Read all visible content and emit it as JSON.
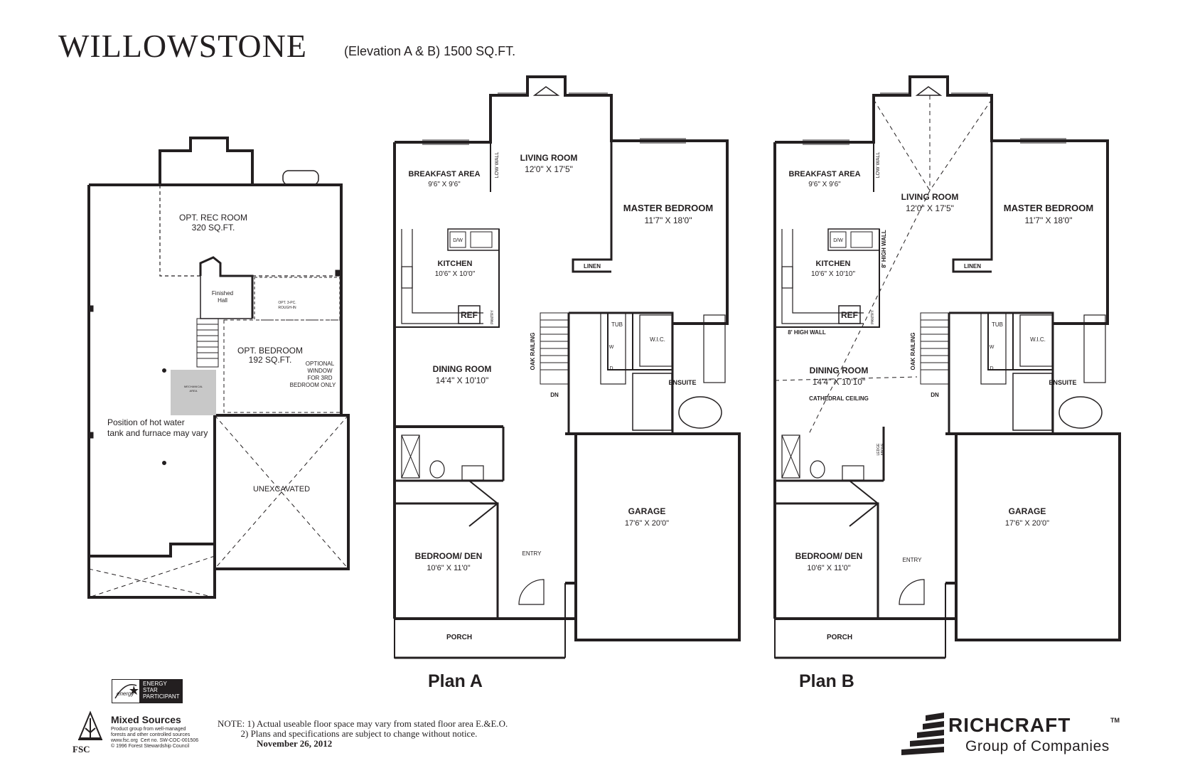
{
  "header": {
    "title": "WILLOWSTONE",
    "subtitle": "(Elevation A & B) 1500 SQ.FT."
  },
  "basement": {
    "rooms": {
      "rec_room": "OPT. REC ROOM",
      "rec_room_size": "320 SQ.FT.",
      "finished_hall_1": "Finished",
      "finished_hall_2": "Hall",
      "bath_rough_1": "OPT. 3-PC.",
      "bath_rough_2": "ROUGH-IN",
      "bedroom": "OPT. BEDROOM",
      "bedroom_size": "192 SQ.FT.",
      "window_1": "OPTIONAL",
      "window_2": "WINDOW",
      "window_3": "FOR 3RD",
      "window_4": "BEDROOM ONLY",
      "mechanical_1": "MECHANICAL",
      "mechanical_2": "AREA",
      "hotwater_1": "Position of hot water",
      "hotwater_2": "tank and furnace may vary",
      "unexcavated": "UNEXCAVATED"
    }
  },
  "plan_a": {
    "label": "Plan A",
    "rooms": {
      "breakfast": "BREAKFAST AREA",
      "breakfast_size": "9'6\" X 9'6\"",
      "living": "LIVING ROOM",
      "living_size": "12'0\" X 17'5\"",
      "low_wall": "LOW WALL",
      "master": "MASTER BEDROOM",
      "master_size": "11'7\" X 18'0\"",
      "kitchen": "KITCHEN",
      "kitchen_size": "10'6\" X 10'0\"",
      "dw": "D/W",
      "ref": "REF",
      "pantry": "PANTRY",
      "linen": "LINEN",
      "tub": "TUB",
      "wic": "W.I.C.",
      "washer": "W",
      "dryer": "D",
      "oak_railing": "OAK RAILING",
      "dn": "DN",
      "dining": "DINING ROOM",
      "dining_size": "14'4\" X 10'10\"",
      "ensuite": "ENSUITE",
      "garage": "GARAGE",
      "garage_size": "17'6\" X 20'0\"",
      "bedroom_den": "BEDROOM/ DEN",
      "bedroom_den_size": "10'6\" X 11'0\"",
      "entry": "ENTRY",
      "porch": "PORCH"
    }
  },
  "plan_b": {
    "label": "Plan B",
    "rooms": {
      "breakfast": "BREAKFAST AREA",
      "breakfast_size": "9'6\" X 9'6\"",
      "living": "LIVING ROOM",
      "living_size": "12'0\" X 17'5\"",
      "low_wall": "LOW WALL",
      "master": "MASTER BEDROOM",
      "master_size": "11'7\" X 18'0\"",
      "kitchen": "KITCHEN",
      "kitchen_size": "10'6\" X 10'10\"",
      "high_wall_vert": "8' HIGH WALL",
      "high_wall_horiz": "8' HIGH WALL",
      "dw": "D/W",
      "ref": "REF",
      "pantry": "PANTRY",
      "linen": "LINEN",
      "tub": "TUB",
      "wic": "W.I.C.",
      "washer": "W",
      "dryer": "D",
      "oak_railing": "OAK RAILING",
      "dn": "DN",
      "dining": "DINING ROOM",
      "dining_size": "14'4\" X 10'10\"",
      "cathedral": "CATHEDRAL CEILING",
      "ledge_1": "LEDGE",
      "ledge_2": "ABOVE",
      "ensuite": "ENSUITE",
      "garage": "GARAGE",
      "garage_size": "17'6\" X 20'0\"",
      "bedroom_den": "BEDROOM/ DEN",
      "bedroom_den_size": "10'6\" X 11'0\"",
      "entry": "ENTRY",
      "porch": "PORCH"
    }
  },
  "footer": {
    "energy_lines": [
      "ENERGY",
      "STAR",
      "PARTICIPANT"
    ],
    "energy_script": "energy",
    "fsc_title": "Mixed Sources",
    "fsc_lines": "Product group from well-managed\nforests and other controlled sources\nwww.fsc.org  Cert no. SW-COC-001506\n© 1996 Forest Stewardship Council",
    "fsc_word": "FSC",
    "note_line1": "NOTE: 1) Actual useable floor space may vary from stated floor area E.&E.O.",
    "note_line2": "          2) Plans and specifications are subject to change without notice.",
    "note_date": "November 26, 2012",
    "brand_name": "RICHCRAFT",
    "brand_tm": "TM",
    "brand_group": "Group of Companies"
  },
  "colors": {
    "ink": "#231f20",
    "mechanical_fill": "#c8c8c8",
    "paper": "#ffffff"
  }
}
